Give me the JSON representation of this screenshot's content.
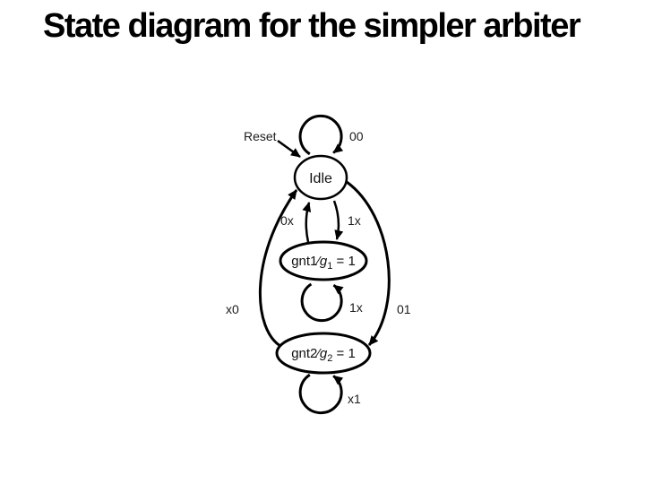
{
  "slide": {
    "title": "State diagram for the simpler arbiter"
  },
  "diagram": {
    "states": {
      "idle": {
        "label": "Idle"
      },
      "gnt1": {
        "prefix": "gnt1⁄",
        "var": "g",
        "sub": "1",
        "suffix": " = 1"
      },
      "gnt2": {
        "prefix": "gnt2⁄",
        "var": "g",
        "sub": "2",
        "suffix": " = 1"
      }
    },
    "labels": {
      "reset": "Reset",
      "idle_self": "00",
      "gnt1_to_idle": "0x",
      "idle_to_gnt1": "1x",
      "gnt2_to_idle": "x0",
      "gnt1_self": "1x",
      "idle_to_gnt2": "01",
      "gnt2_self": "x1"
    },
    "colors": {
      "ink": "#000000",
      "label_ink": "#1c1c1c",
      "background": "#ffffff"
    }
  }
}
